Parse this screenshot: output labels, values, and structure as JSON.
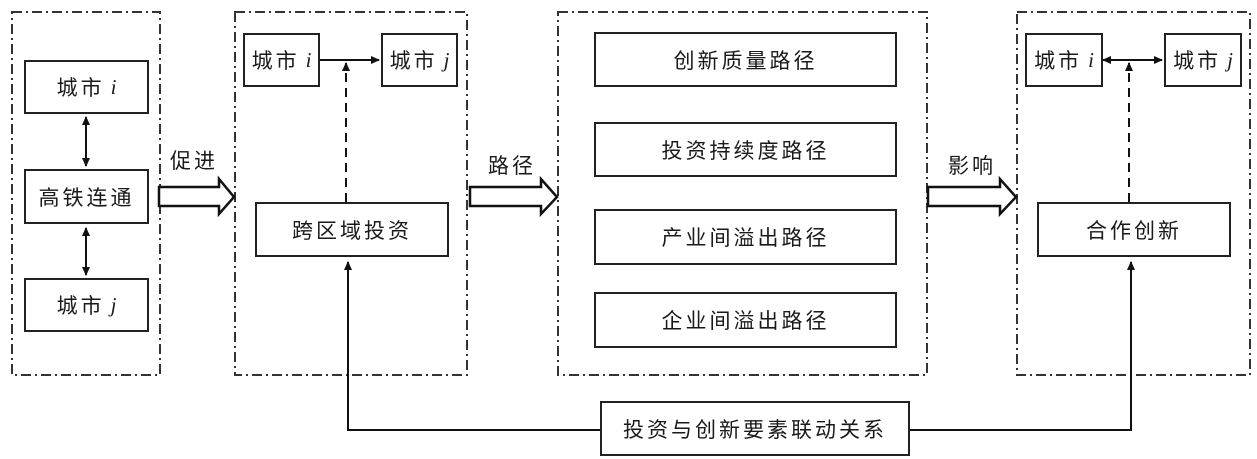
{
  "panels": {
    "hsr": {
      "city_i": "城市",
      "city_j": "城市",
      "var_i": "i",
      "var_j": "j",
      "center": "高铁连通"
    },
    "investment": {
      "city_i": "城市",
      "city_j": "城市",
      "var_i": "i",
      "var_j": "j",
      "center": "跨区域投资"
    },
    "paths": {
      "items": [
        "创新质量路径",
        "投资持续度路径",
        "产业间溢出路径",
        "企业间溢出路径"
      ]
    },
    "innovation": {
      "city_i": "城市",
      "city_j": "城市",
      "var_i": "i",
      "var_j": "j",
      "center": "合作创新"
    }
  },
  "arrows": {
    "promote": "促进",
    "path": "路径",
    "influence": "影响"
  },
  "bottom": {
    "linkage": "投资与创新要素联动关系"
  }
}
